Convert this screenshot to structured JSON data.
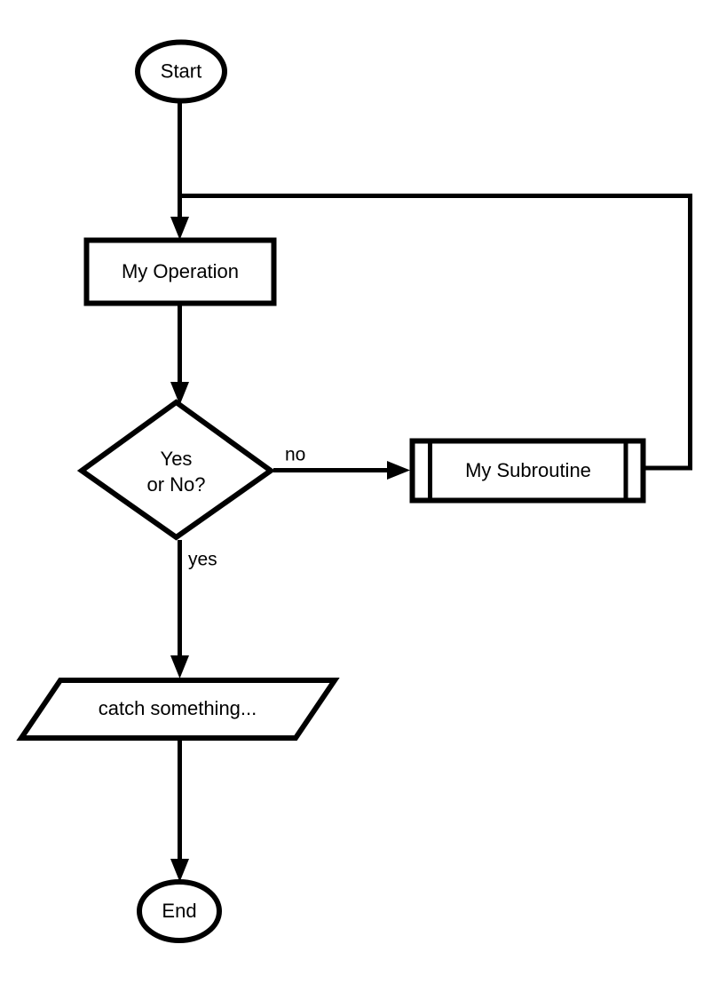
{
  "diagram": {
    "type": "flowchart",
    "title": "",
    "background_color": "#ffffff",
    "stroke_color": "#000000",
    "fill_color": "#ffffff",
    "nodes": [
      {
        "id": "start",
        "shape": "ellipse",
        "label": "Start"
      },
      {
        "id": "operation",
        "shape": "rectangle",
        "label": "My Operation"
      },
      {
        "id": "decision",
        "shape": "diamond",
        "label_line1": "Yes",
        "label_line2": "or No?"
      },
      {
        "id": "subroutine",
        "shape": "subroutine",
        "label": "My Subroutine"
      },
      {
        "id": "inputoutput",
        "shape": "parallelogram",
        "label": "catch something..."
      },
      {
        "id": "end",
        "shape": "ellipse",
        "label": "End"
      }
    ],
    "edges": [
      {
        "id": "start-to-operation",
        "from": "start",
        "to": "operation",
        "label": ""
      },
      {
        "id": "operation-to-decision",
        "from": "operation",
        "to": "decision",
        "label": ""
      },
      {
        "id": "decision-to-subroutine",
        "from": "decision",
        "to": "subroutine",
        "label": "no"
      },
      {
        "id": "decision-to-inputoutput",
        "from": "decision",
        "to": "inputoutput",
        "label": "yes"
      },
      {
        "id": "subroutine-to-operation",
        "from": "subroutine",
        "to": "operation",
        "label": ""
      },
      {
        "id": "inputoutput-to-end",
        "from": "inputoutput",
        "to": "end",
        "label": ""
      }
    ]
  }
}
